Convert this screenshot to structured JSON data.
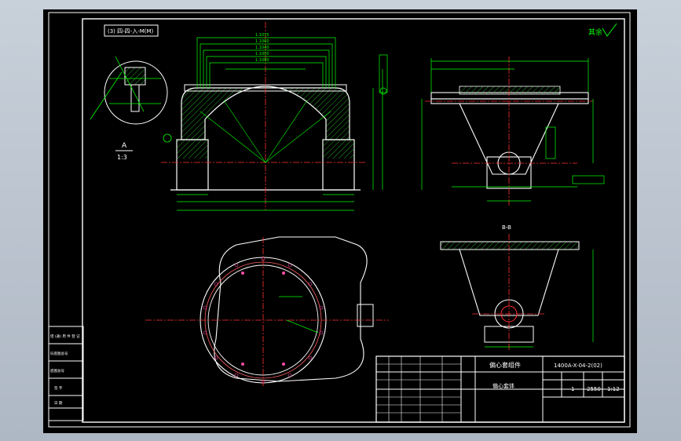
{
  "title_block": {
    "part_name": "偏心套组件",
    "drawing_number": "1400A-X-04-2(02)",
    "sub_name": "偏心套体",
    "qty": "1",
    "weight": "2550",
    "scale": "1:12"
  },
  "section_labels": {
    "top_left": "A",
    "scale_note": "1:3",
    "b_section": "B-B",
    "notch_note": "(3) 四-四-入-M(M)"
  },
  "left_table": {
    "rows": [
      "借 (通) 用 件 登 记",
      "旧底图总号",
      "底图总号",
      "签 字",
      "日 期"
    ]
  },
  "colors": {
    "background": "#000000",
    "frame": "#ffffff",
    "dimension": "#00ff00",
    "geometry": "#ffffff",
    "centerline": "#ff3030",
    "hatch": "#33cc33",
    "accent": "#ff4da6"
  }
}
